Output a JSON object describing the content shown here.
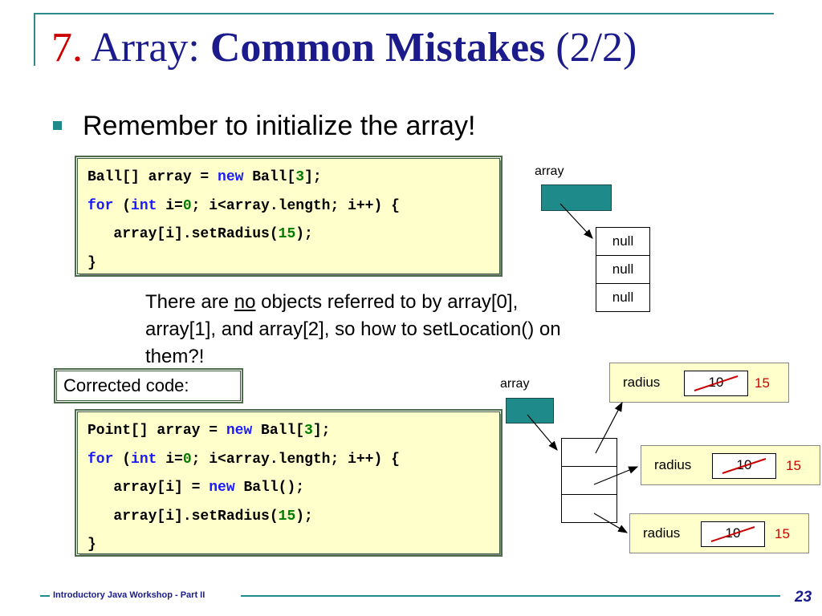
{
  "title": {
    "number": "7.",
    "prefix": "Array: ",
    "bold": "Common Mistakes",
    "suffix": "(2/2)"
  },
  "bullet": "Remember to initialize the array!",
  "code1": {
    "lines": [
      [
        {
          "t": "Ball[] array = ",
          "c": "p"
        },
        {
          "t": "new",
          "c": "kw"
        },
        {
          "t": " Ball[",
          "c": "p"
        },
        {
          "t": "3",
          "c": "num"
        },
        {
          "t": "];",
          "c": "p"
        }
      ],
      [
        {
          "t": "for",
          "c": "kw"
        },
        {
          "t": " (",
          "c": "p"
        },
        {
          "t": "int",
          "c": "kw"
        },
        {
          "t": " i=",
          "c": "p"
        },
        {
          "t": "0",
          "c": "num"
        },
        {
          "t": "; i<array.length; i++) {",
          "c": "p"
        }
      ],
      [
        {
          "t": "   array[i].setRadius(",
          "c": "p"
        },
        {
          "t": "15",
          "c": "num"
        },
        {
          "t": ");",
          "c": "p"
        }
      ],
      [
        {
          "t": "}",
          "c": "p"
        }
      ]
    ]
  },
  "diagram1": {
    "array_label": "array",
    "cells": [
      "null",
      "null",
      "null"
    ]
  },
  "explanation": {
    "pre": "There are ",
    "underlined": "no",
    "post": " objects referred to by array[0], array[1], and array[2], so how to setLocation() on them?!"
  },
  "corrected_label": "Corrected code:",
  "code2": {
    "lines": [
      [
        {
          "t": "Point[] array = ",
          "c": "p"
        },
        {
          "t": "new",
          "c": "kw"
        },
        {
          "t": " Ball[",
          "c": "p"
        },
        {
          "t": "3",
          "c": "num"
        },
        {
          "t": "];",
          "c": "p"
        }
      ],
      [
        {
          "t": "for",
          "c": "kw"
        },
        {
          "t": " (",
          "c": "p"
        },
        {
          "t": "int",
          "c": "kw"
        },
        {
          "t": " i=",
          "c": "p"
        },
        {
          "t": "0",
          "c": "num"
        },
        {
          "t": "; i<array.length; i++) {",
          "c": "p"
        }
      ],
      [
        {
          "t": "   array[i] = ",
          "c": "p"
        },
        {
          "t": "new",
          "c": "kw"
        },
        {
          "t": " Ball();",
          "c": "p"
        }
      ],
      [
        {
          "t": "   array[i].setRadius(",
          "c": "p"
        },
        {
          "t": "15",
          "c": "num"
        },
        {
          "t": ");",
          "c": "p"
        }
      ],
      [
        {
          "t": "}",
          "c": "p"
        }
      ]
    ]
  },
  "diagram2": {
    "array_label": "array",
    "balls": [
      {
        "label": "radius",
        "old_value": "10",
        "new_value": "15"
      },
      {
        "label": "radius",
        "old_value": "10",
        "new_value": "15"
      },
      {
        "label": "radius",
        "old_value": "10",
        "new_value": "15"
      }
    ]
  },
  "footer": {
    "text": "Introductory Java Workshop - Part II",
    "page": "23"
  },
  "colors": {
    "title": "#1b1b8c",
    "title_number": "#cc0000",
    "keyword": "#1a1aff",
    "number_literal": "#007a00",
    "accent": "#1f8a8a",
    "code_bg": "#ffffcc",
    "strike": "#cc0000"
  }
}
